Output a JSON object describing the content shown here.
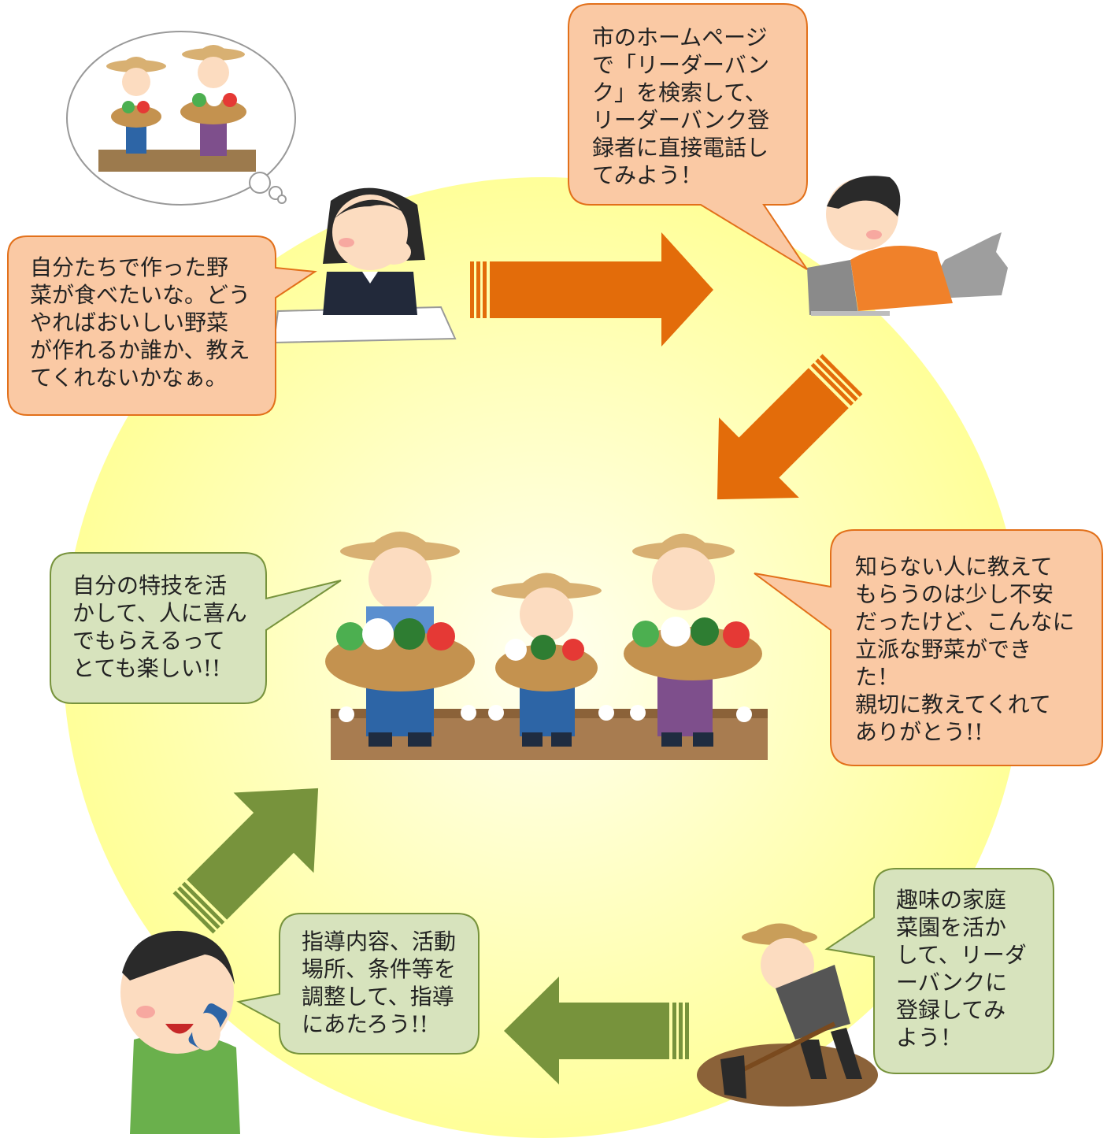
{
  "colors": {
    "orange_fill": "#FAC9A4",
    "orange_stroke": "#E2701A",
    "orange_arrow": "#E36C0A",
    "green_fill": "#D7E3BD",
    "green_stroke": "#77933C",
    "green_arrow": "#77933C",
    "glow_center": "#FFFFF0",
    "glow_edge": "#FFFF99"
  },
  "bubbles": {
    "wish": "自分たちで作った野\n菜が食べたいな。どう\nやればおいしい野菜\nが作れるか誰か、教え\nてくれないかなぁ。",
    "search": "市のホームページ\nで「リーダーバン\nク」を検索して、\nリーダーバンク登\n録者に直接電話し\nてみよう！",
    "thanks": "知らない人に教えて\nもらうのは少し不安\nだったけど、こんなに\n立派な野菜ができ\nた！\n親切に教えてくれて\nありがとう!!",
    "joy": "自分の特技を活\nかして、人に喜ん\nでもらえるって\nとても楽しい!!",
    "coordinate": "指導内容、活動\n場所、条件等を\n調整して、指導\nにあたろう!!",
    "register": "趣味の家庭\n菜園を活か\nして、リーダ\nーバンクに\n登録してみ\nよう！"
  },
  "icons": [
    "thought-bubble-farmers-icon",
    "thinking-woman-icon",
    "laptop-woman-icon",
    "farmer-family-icon",
    "phone-man-icon",
    "digging-farmer-icon"
  ]
}
